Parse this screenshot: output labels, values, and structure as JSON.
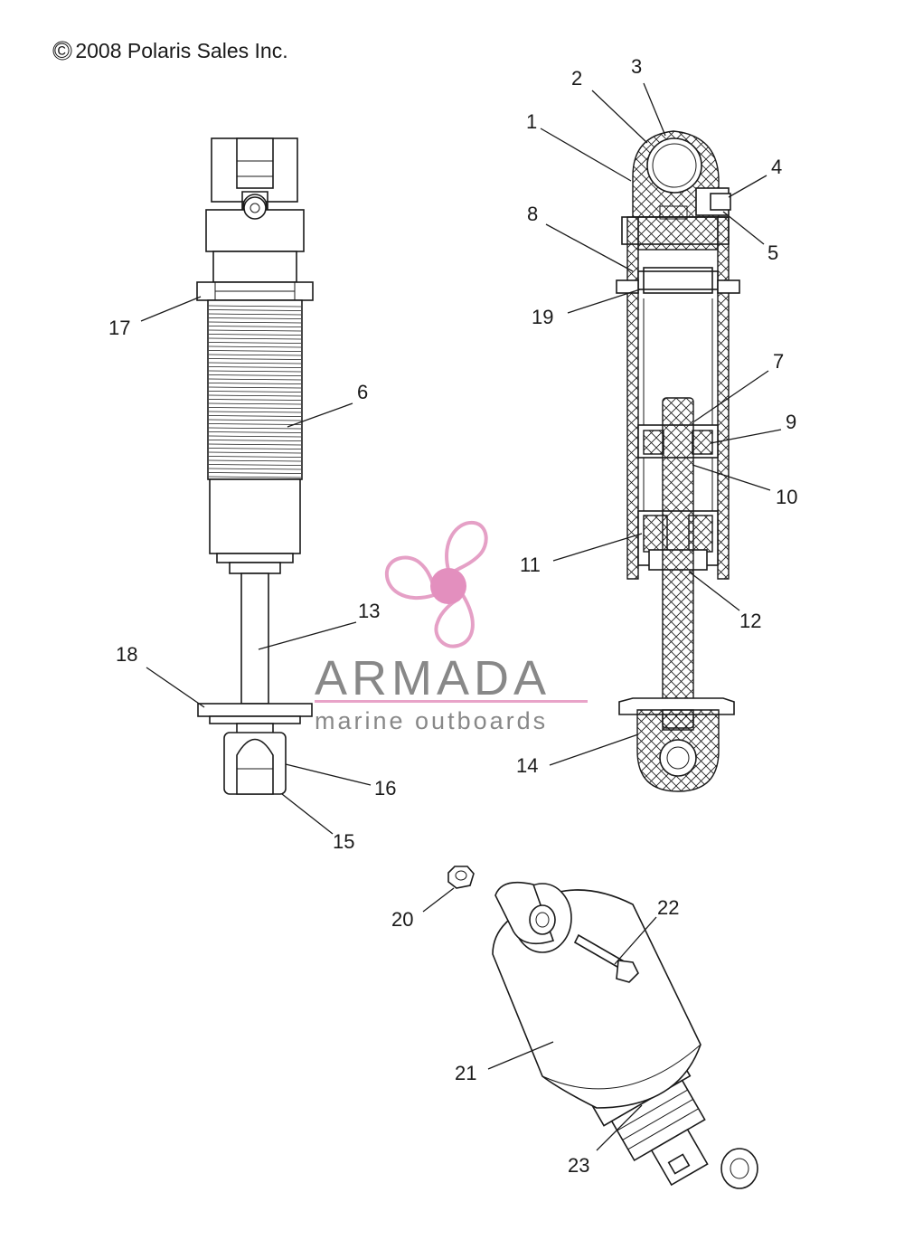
{
  "copyright": "© 2008 Polaris Sales Inc.",
  "watermark": {
    "brand": "ARMADA",
    "tagline": "marine outboards",
    "colors": {
      "brand_text": "#888888",
      "rule": "#e8a3c8",
      "logo": "#e5a0c6",
      "logo_hub": "#e38fbe"
    },
    "icon": "propeller-logo-icon"
  },
  "callouts": [
    "1",
    "2",
    "3",
    "4",
    "5",
    "6",
    "7",
    "8",
    "9",
    "10",
    "11",
    "12",
    "13",
    "14",
    "15",
    "16",
    "17",
    "18",
    "19",
    "20",
    "21",
    "22",
    "23"
  ],
  "colors": {
    "line": "#1a1a1a",
    "background": "#ffffff"
  }
}
